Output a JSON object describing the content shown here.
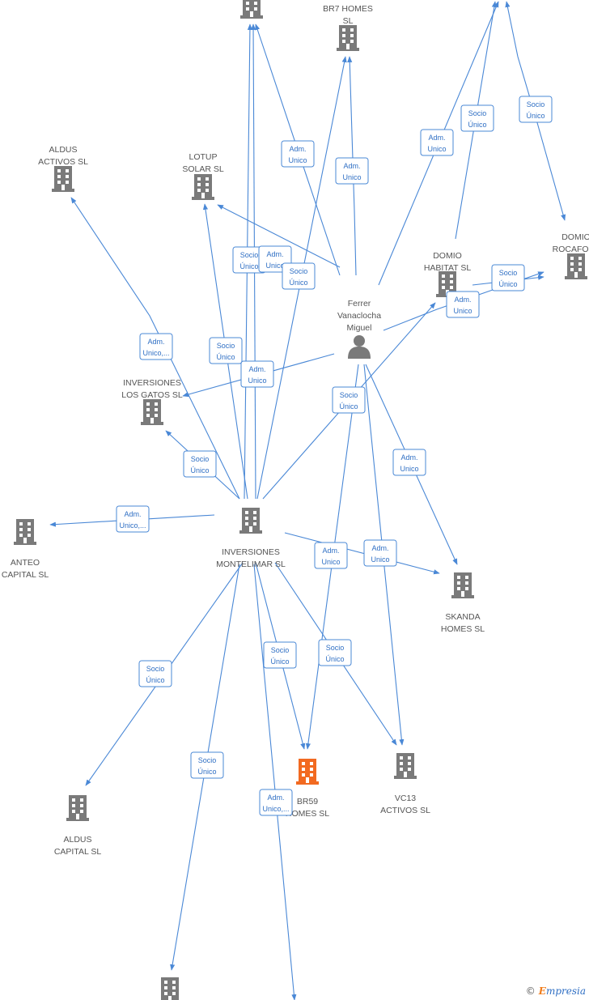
{
  "colors": {
    "edge": "#4a88d6",
    "company_icon": "#7a7a7a",
    "highlight_icon": "#f26a21",
    "person_icon": "#7a7a7a",
    "label_text": "#555555",
    "edge_text": "#2f6fc4"
  },
  "nodes": [
    {
      "id": "top_partial",
      "type": "company",
      "lines": []
    },
    {
      "id": "br7homes",
      "type": "company",
      "lines": [
        "BR7 HOMES",
        "SL"
      ]
    },
    {
      "id": "aldus_activos",
      "type": "company",
      "lines": [
        "ALDUS",
        "ACTIVOS SL"
      ]
    },
    {
      "id": "lotup",
      "type": "company",
      "lines": [
        "LOTUP",
        "SOLAR SL"
      ]
    },
    {
      "id": "domio_rocafort",
      "type": "company",
      "lines": [
        "DOMIO",
        "ROCAFORT"
      ]
    },
    {
      "id": "domio_habitat",
      "type": "company",
      "lines": [
        "DOMIO",
        "HABITAT SL"
      ]
    },
    {
      "id": "ferrer",
      "type": "person",
      "lines": [
        "Ferrer",
        "Vanaclocha",
        "Miguel"
      ]
    },
    {
      "id": "inv_gatos",
      "type": "company",
      "lines": [
        "INVERSIONES",
        "LOS GATOS SL"
      ]
    },
    {
      "id": "anteo",
      "type": "company",
      "lines": [
        "ANTEO",
        "CAPITAL SL"
      ]
    },
    {
      "id": "montelimar",
      "type": "company",
      "lines": [
        "INVERSIONES",
        "MONTELIMAR SL"
      ]
    },
    {
      "id": "skanda",
      "type": "company",
      "lines": [
        "SKANDA",
        "HOMES SL"
      ]
    },
    {
      "id": "br59",
      "type": "company_main",
      "lines": [
        "BR59",
        "HOMES SL"
      ]
    },
    {
      "id": "vc13",
      "type": "company",
      "lines": [
        "VC13",
        "ACTIVOS SL"
      ]
    },
    {
      "id": "aldus_capital",
      "type": "company",
      "lines": [
        "ALDUS",
        "CAPITAL SL"
      ]
    },
    {
      "id": "bottom_partial",
      "type": "company",
      "lines": []
    }
  ],
  "edge_labels": [
    {
      "id": "e1",
      "lines": [
        "Adm.",
        "Unico"
      ]
    },
    {
      "id": "e2",
      "lines": [
        "Adm.",
        "Unico"
      ]
    },
    {
      "id": "e3",
      "lines": [
        "Adm.",
        "Unico"
      ]
    },
    {
      "id": "e4",
      "lines": [
        "Socio",
        "Único"
      ]
    },
    {
      "id": "e5",
      "lines": [
        "Socio",
        "Único"
      ]
    },
    {
      "id": "e6",
      "lines": [
        "Socio",
        "Único"
      ]
    },
    {
      "id": "e7",
      "lines": [
        "Adm.",
        "Unico"
      ]
    },
    {
      "id": "e8",
      "lines": [
        "Socio",
        "Único"
      ]
    },
    {
      "id": "e9",
      "lines": [
        "Adm.",
        "Unico"
      ]
    },
    {
      "id": "e10",
      "lines": [
        "Adm.",
        "Unico,..."
      ]
    },
    {
      "id": "e11",
      "lines": [
        "Socio",
        "Único"
      ]
    },
    {
      "id": "e12",
      "lines": [
        "Adm.",
        "Unico"
      ]
    },
    {
      "id": "e13",
      "lines": [
        "Socio",
        "Único"
      ]
    },
    {
      "id": "e14",
      "lines": [
        "Socio",
        "Único"
      ]
    },
    {
      "id": "e15",
      "lines": [
        "Adm.",
        "Unico,..."
      ]
    },
    {
      "id": "e16",
      "lines": [
        "Adm.",
        "Unico"
      ]
    },
    {
      "id": "e17",
      "lines": [
        "Socio",
        "Único"
      ]
    },
    {
      "id": "e18",
      "lines": [
        "Adm.",
        "Unico"
      ]
    },
    {
      "id": "e19",
      "lines": [
        "Adm.",
        "Unico"
      ]
    },
    {
      "id": "e20",
      "lines": [
        "Socio",
        "Único"
      ]
    },
    {
      "id": "e21",
      "lines": [
        "Socio",
        "Único"
      ]
    },
    {
      "id": "e22",
      "lines": [
        "Socio",
        "Único"
      ]
    },
    {
      "id": "e23",
      "lines": [
        "Adm.",
        "Unico,..."
      ]
    },
    {
      "id": "e24",
      "lines": [
        "Socio",
        "Único"
      ]
    }
  ],
  "watermark": {
    "copyright": "©",
    "brand_first": "E",
    "brand_rest": "mpresia"
  }
}
